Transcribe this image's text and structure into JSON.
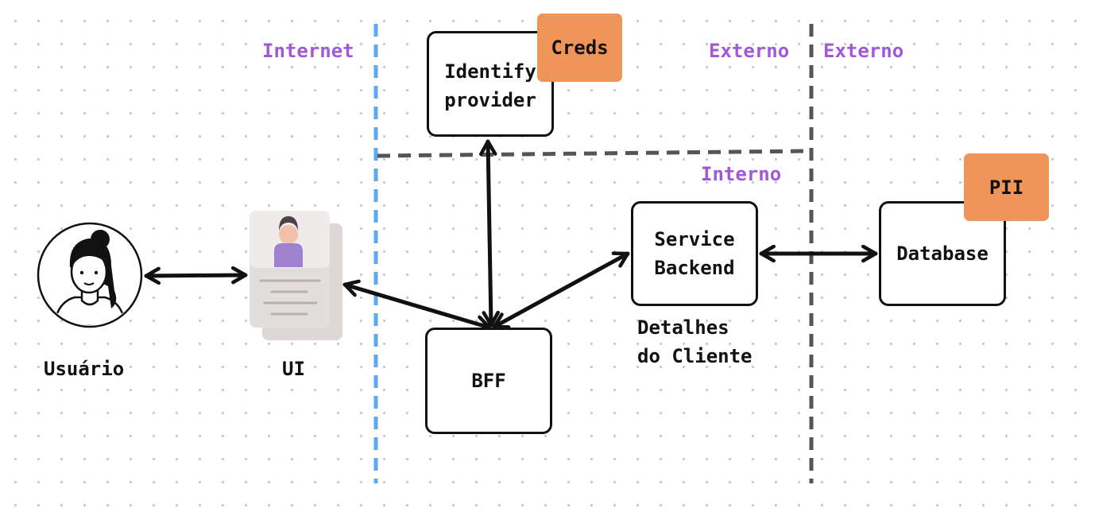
{
  "zones": {
    "internet": "Internet",
    "externo_left": "Externo",
    "externo_right": "Externo",
    "interno": "Interno"
  },
  "nodes": {
    "user": "Usuário",
    "ui": "UI",
    "identity_provider": "Identify\nprovider",
    "bff": "BFF",
    "service_backend": "Service\nBackend",
    "service_caption": "Detalhes\ndo Cliente",
    "database": "Database"
  },
  "tags": {
    "creds": "Creds",
    "pii": "PII"
  },
  "colors": {
    "internet_boundary": "#5aaaf0",
    "boundary": "#555555",
    "zone_label": "#a05ad6",
    "tag_fill": "#f0955a"
  }
}
